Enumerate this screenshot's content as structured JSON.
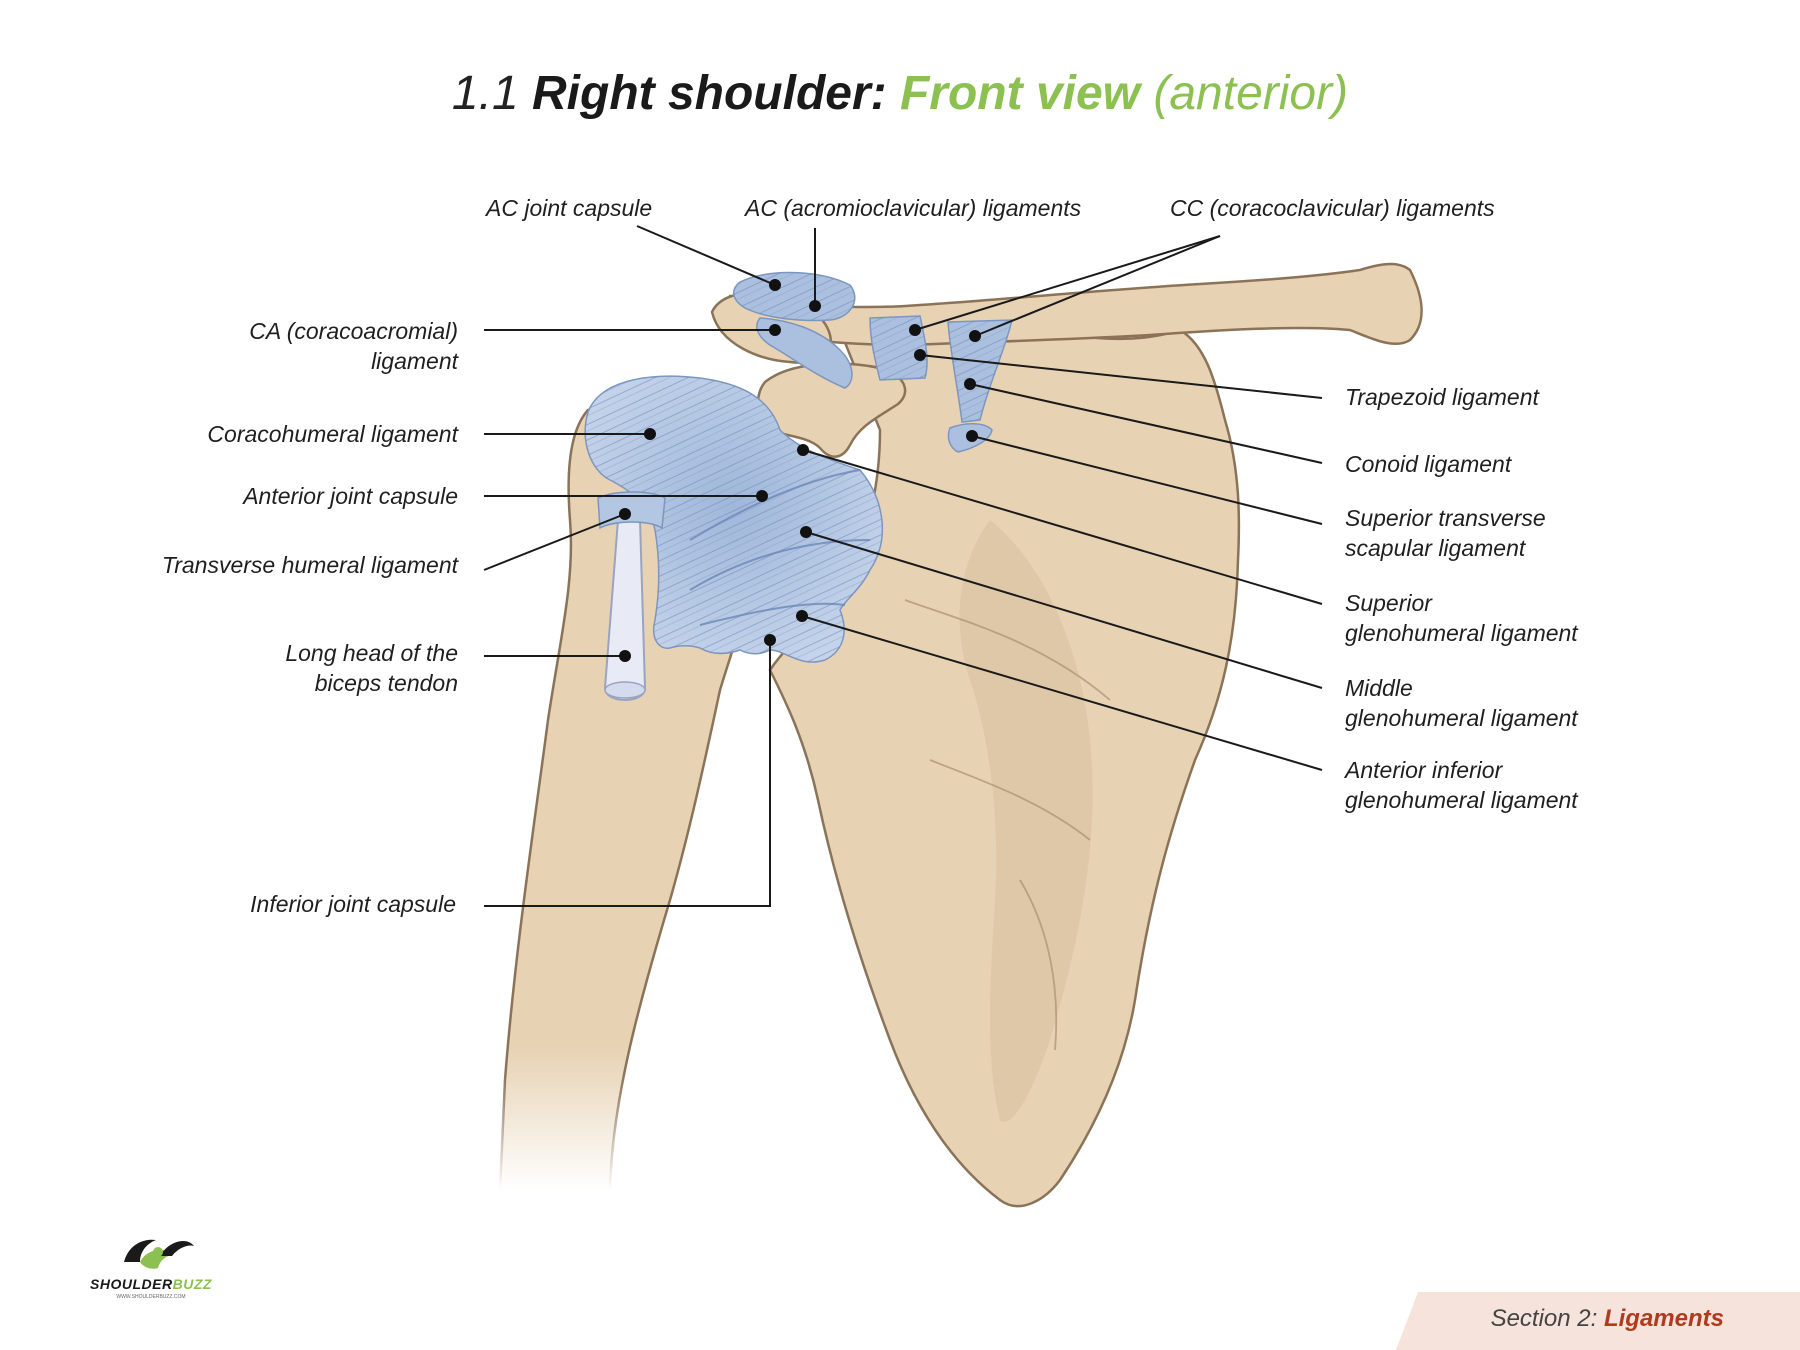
{
  "title": {
    "number": "1.1",
    "main": "Right shoulder:",
    "view": "Front view",
    "qualifier": "(anterior)"
  },
  "labels": {
    "ac_joint_capsule": "AC joint capsule",
    "ac_ligaments": "AC (acromioclavicular) ligaments",
    "cc_ligaments": "CC (coracoclavicular) ligaments",
    "ca_ligament_1": "CA (coracoacromial)",
    "ca_ligament_2": "ligament",
    "coracohumeral": "Coracohumeral ligament",
    "anterior_joint_capsule": "Anterior joint capsule",
    "transverse_humeral": "Transverse humeral ligament",
    "biceps_1": "Long head of the",
    "biceps_2": "biceps tendon",
    "inferior_joint_capsule": "Inferior joint capsule",
    "trapezoid": "Trapezoid ligament",
    "conoid": "Conoid ligament",
    "sts_1": "Superior transverse",
    "sts_2": "scapular ligament",
    "sgh_1": "Superior",
    "sgh_2": "glenohumeral ligament",
    "mgh_1": "Middle",
    "mgh_2": "glenohumeral ligament",
    "aigh_1": "Anterior inferior",
    "aigh_2": "glenohumeral ligament"
  },
  "logo": {
    "name_part1": "SHOULDER",
    "name_part2": "BUZZ",
    "url": "WWW.SHOULDERBUZZ.COM"
  },
  "footer": {
    "section": "Section 2:",
    "name": "Ligaments"
  },
  "colors": {
    "bone": "#e7d2b4",
    "bone_outline": "#8a7358",
    "ligament": "#a9bfdd",
    "accent_green": "#8cc152",
    "footer_red": "#b03a1e",
    "footer_band": "#f5e3dc"
  }
}
